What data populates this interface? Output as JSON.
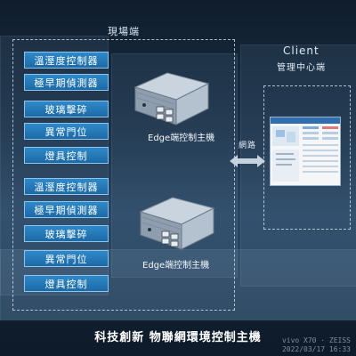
{
  "field_label": "現場端",
  "client": {
    "title": "Client",
    "subtitle": "管理中心端"
  },
  "network_label": "網路",
  "group1": {
    "items": [
      "溫溼度控制器",
      "極早期偵測器",
      "玻璃擊碎",
      "異常門位",
      "燈具控制"
    ],
    "device_label": "Edge端控制主機"
  },
  "group2": {
    "items": [
      "溫溼度控制器",
      "極早期偵測器",
      "玻璃擊碎",
      "異常門位",
      "燈具控制"
    ],
    "device_label": "Edge端控制主機"
  },
  "footer": "科技創新 物聯網環境控制主機",
  "watermark": [
    "vivo X70 · ZEISS",
    "2022/03/17 16:33"
  ],
  "colors": {
    "item_fill": "#2677b7",
    "item_border": "#8cc4ec",
    "dashed": "#dcebfa"
  }
}
